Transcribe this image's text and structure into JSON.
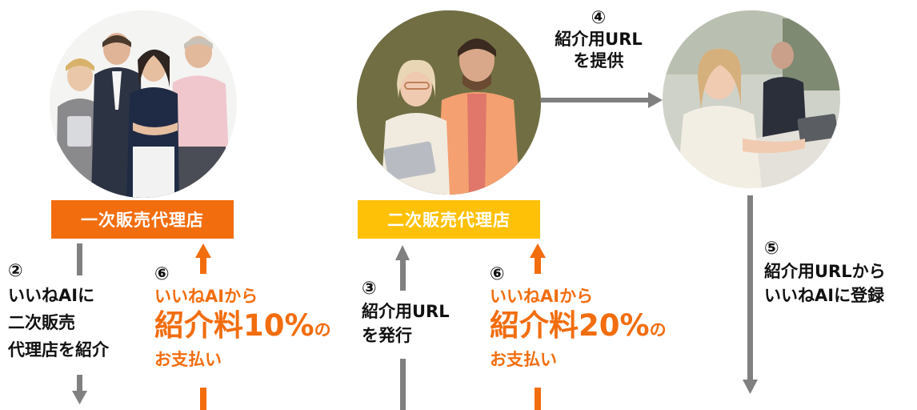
{
  "colors": {
    "primary_badge": "#f26d0e",
    "secondary_badge": "#ffc107",
    "orange_arrow": "#f26d0e",
    "gray_arrow": "#808080"
  },
  "photos": [
    {
      "name": "primary-agency-team-photo"
    },
    {
      "name": "secondary-agency-duo-photo"
    },
    {
      "name": "end-user-at-computer-photo"
    }
  ],
  "badges": {
    "primary": "一次販売代理店",
    "secondary": "二次販売代理店"
  },
  "steps": {
    "step2": {
      "number": "②",
      "lines": [
        "いいねAIに",
        "二次販売",
        "代理店を紹介"
      ]
    },
    "step3": {
      "number": "③",
      "lines": [
        "紹介用URL",
        "を発行"
      ]
    },
    "step4": {
      "number": "④",
      "lines": [
        "紹介用URL",
        "を提供"
      ]
    },
    "step5": {
      "number": "⑤",
      "lines": [
        "紹介用URLから",
        "いいねAIに登録"
      ]
    },
    "step6a": {
      "number": "⑥",
      "line1": "いいねAIから",
      "big": "紹介料10%",
      "big_suffix": "の",
      "line3": "お支払い"
    },
    "step6b": {
      "number": "⑥",
      "line1": "いいねAIから",
      "big": "紹介料20%",
      "big_suffix": "の",
      "line3": "お支払い"
    }
  }
}
